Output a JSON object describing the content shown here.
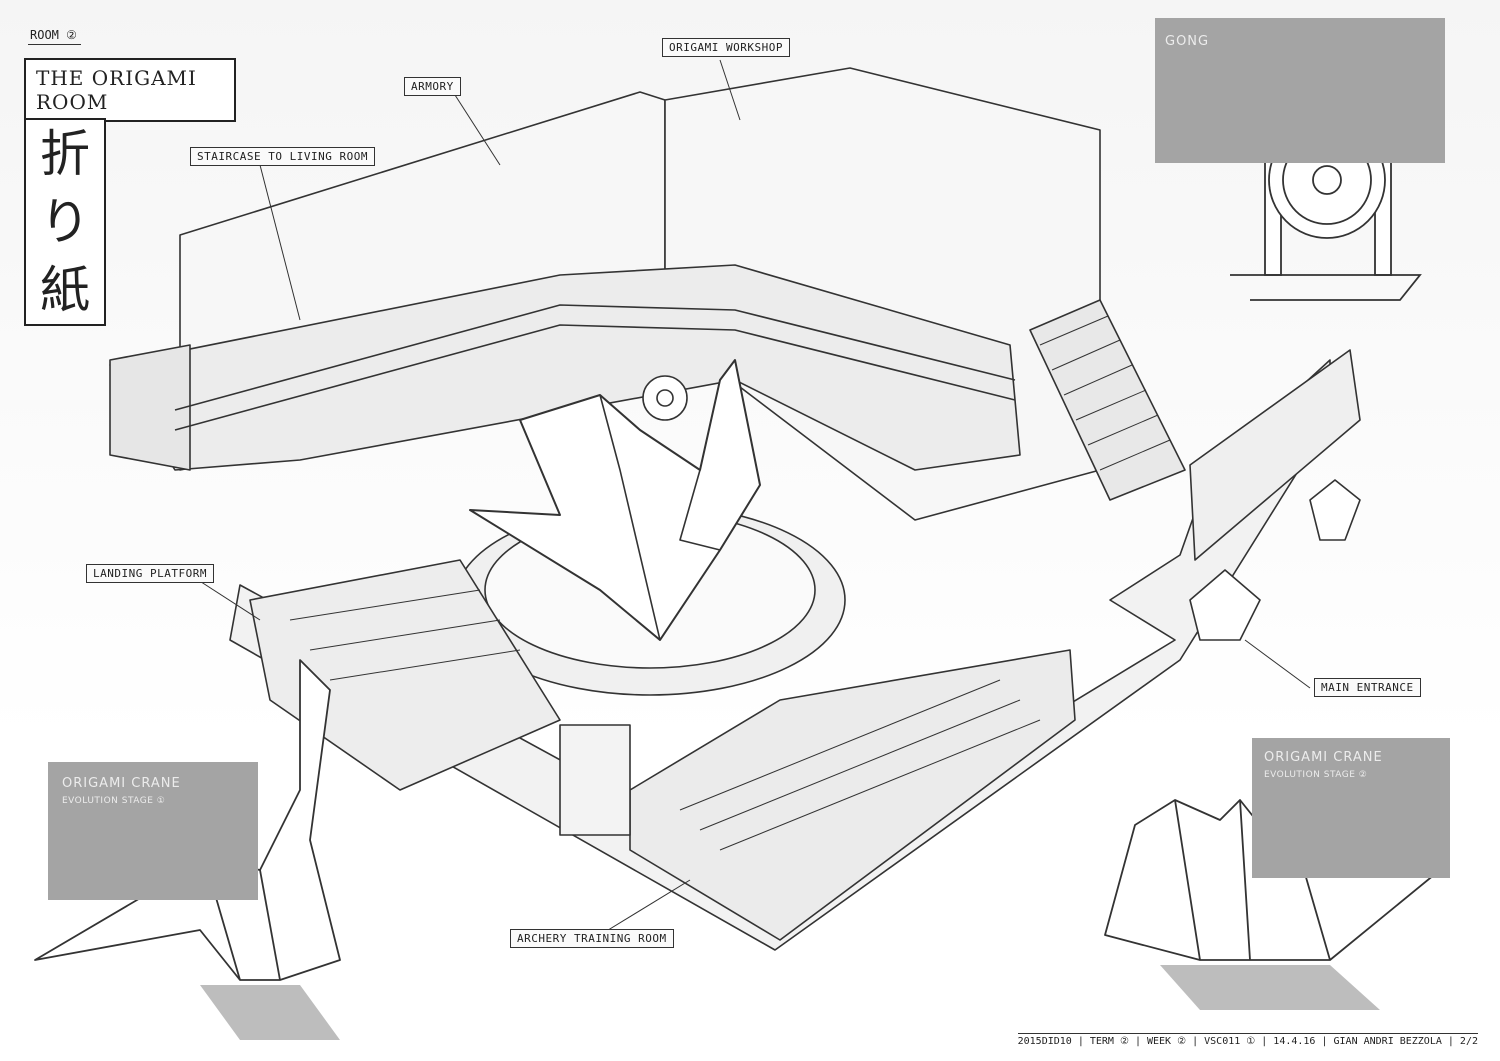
{
  "sheet": {
    "room_number": "Room ②",
    "title": "The Origami Room",
    "kanji": [
      "折",
      "り",
      "紙"
    ]
  },
  "callouts": {
    "origami_workshop": "Origami Workshop",
    "armory": "Armory",
    "staircase": "Staircase to Living Room",
    "landing_platform": "Landing Platform",
    "main_entrance": "Main Entrance",
    "archery_training_room": "Archery Training Room"
  },
  "cards": {
    "gong": {
      "title": "Gong"
    },
    "crane_stage_1": {
      "title": "Origami Crane",
      "subtitle": "Evolution Stage ①"
    },
    "crane_stage_2": {
      "title": "Origami Crane",
      "subtitle": "Evolution Stage ②"
    }
  },
  "footer": {
    "credits": "2015DID10 | Term ② | Week ② | VSC011 ① | 14.4.16 | Gian Andri Bezzola | 2/2"
  },
  "colors": {
    "ink": "#222222",
    "card_gray": "#a4a4a4",
    "paper": "#ffffff"
  }
}
